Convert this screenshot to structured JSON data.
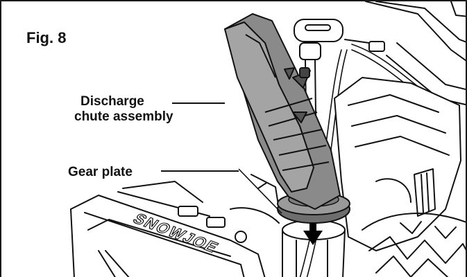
{
  "figure": {
    "label": "Fig. 8"
  },
  "callouts": [
    {
      "id": "discharge",
      "lines": [
        "Discharge",
        "chute assembly"
      ]
    },
    {
      "id": "gear",
      "lines": [
        "Gear plate"
      ]
    }
  ],
  "brand_text": "SNOWJOE",
  "colors": {
    "line": "#111111",
    "chute_fill": "#8a8a8a",
    "gear_fill": "#6e6e6e",
    "background": "#ffffff"
  }
}
